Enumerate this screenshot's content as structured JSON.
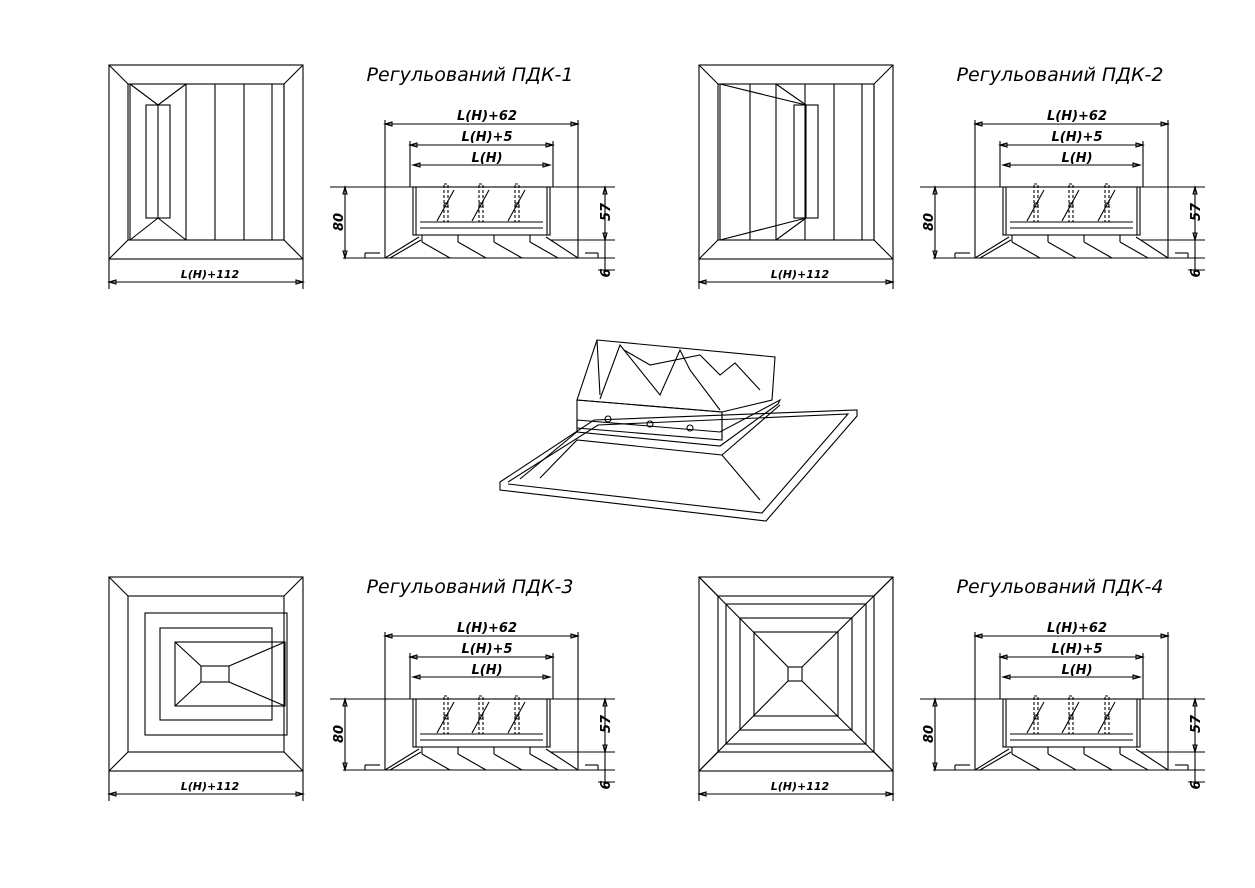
{
  "panels": [
    {
      "title": "Регульований ПДК-1",
      "variant": "louver-center"
    },
    {
      "title": "Регульований ПДК-2",
      "variant": "louver-split"
    },
    {
      "title": "Регульований ПДК-3",
      "variant": "nested-rect"
    },
    {
      "title": "Регульований ПДК-4",
      "variant": "nested-square"
    }
  ],
  "dims": {
    "overall": "L(H)+112",
    "flange": "L(H)+62",
    "body": "L(H)+5",
    "nominal": "L(H)",
    "height": "80",
    "damper_height": "57",
    "flange_thickness": "6"
  },
  "colors": {
    "line": "#000000",
    "background": "#ffffff"
  }
}
